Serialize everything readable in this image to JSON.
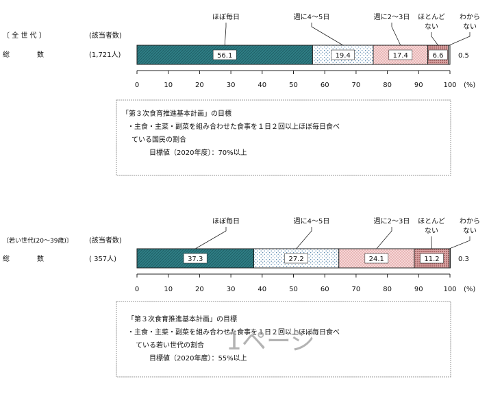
{
  "colors": {
    "bar1": "#2e7d84",
    "bar2": "#ffffff",
    "bar3": "#f2c9c9",
    "bar4": "#d9a3a3",
    "bar5": "#ffffff"
  },
  "chart_data": [
    {
      "type": "bar",
      "orientation": "horizontal-stacked",
      "group_label": "〔 全 世 代 〕",
      "count_header": "(該当者数)",
      "row_label": "総　　　　数",
      "n_label": "(1,721人)",
      "series": [
        {
          "name": "ほぼ毎日",
          "value": 56.1,
          "label": "56.1"
        },
        {
          "name": "週に4～5日",
          "value": 19.4,
          "label": "19.4"
        },
        {
          "name": "週に2～3日",
          "value": 17.4,
          "label": "17.4"
        },
        {
          "name": "ほとんど ない",
          "value": 6.6,
          "label": "6.6"
        },
        {
          "name": "わから ない",
          "value": 0.5,
          "label": "0.5"
        }
      ],
      "xlim": [
        0,
        100
      ],
      "ticks": [
        "0",
        "10",
        "20",
        "30",
        "40",
        "50",
        "60",
        "70",
        "80",
        "90",
        "100"
      ],
      "unit": "(%)",
      "note": {
        "title": "「第３次食育推進基本計画」の目標",
        "line1": "・主食・主菜・副菜を組み合わせた食事を１日２回以上ほぼ毎日食べ",
        "line2": "ている国民の割合",
        "line3": "目標値（2020年度）：70%以上"
      }
    },
    {
      "type": "bar",
      "orientation": "horizontal-stacked",
      "group_label": "〔若い世代(20～39歳)〕",
      "count_header": "(該当者数)",
      "row_label": "総　　　　数",
      "n_label": "( 357人)",
      "series": [
        {
          "name": "ほぼ毎日",
          "value": 37.3,
          "label": "37.3"
        },
        {
          "name": "週に4～5日",
          "value": 27.2,
          "label": "27.2"
        },
        {
          "name": "週に2～3日",
          "value": 24.1,
          "label": "24.1"
        },
        {
          "name": "ほとんど ない",
          "value": 11.2,
          "label": "11.2"
        },
        {
          "name": "わから ない",
          "value": 0.3,
          "label": "0.3"
        }
      ],
      "xlim": [
        0,
        100
      ],
      "ticks": [
        "0",
        "10",
        "20",
        "30",
        "40",
        "50",
        "60",
        "70",
        "80",
        "90",
        "100"
      ],
      "unit": "(%)",
      "note": {
        "title": "「第３次食育推進基本計画」の目標",
        "line1": "・主食・主菜・副菜を組み合わせた食事を１日２回以上ほぼ毎日食べ",
        "line2": "ている若い世代の割合",
        "line3": "目標値（2020年度）：55%以上"
      }
    }
  ],
  "watermark": "1ページ"
}
